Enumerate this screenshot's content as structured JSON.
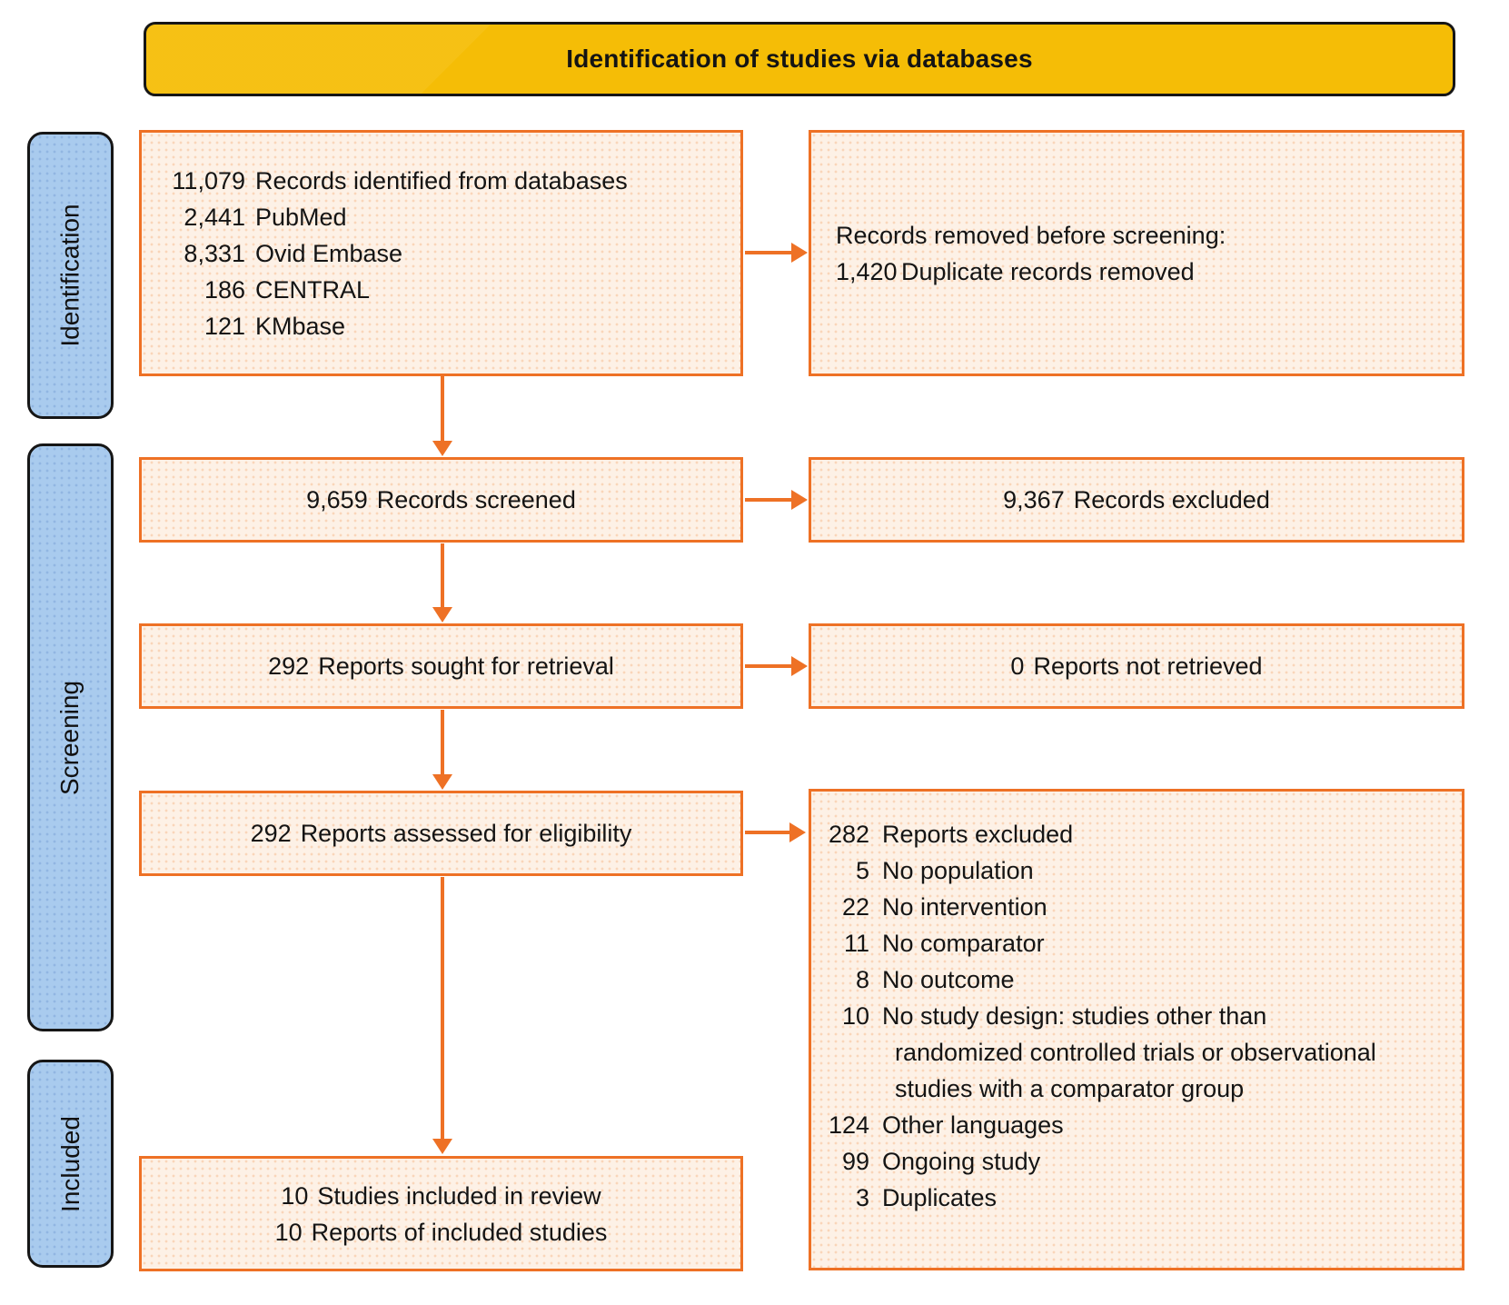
{
  "colors": {
    "banner_yellow": "#F5BD06",
    "stage_blue": "#A9CBEE",
    "box_fill_peach": "#FDF1E6",
    "accent_orange": "#EE7125",
    "border_black": "#161616"
  },
  "header": {
    "title": "Identification of studies via databases"
  },
  "stages": [
    {
      "label": "Identification"
    },
    {
      "label": "Screening"
    },
    {
      "label": "Included"
    }
  ],
  "flow": {
    "records_identified": {
      "title": {
        "num": "11,079",
        "text": "Records identified from databases"
      },
      "sources": [
        {
          "num": "2,441",
          "text": "PubMed"
        },
        {
          "num": "8,331",
          "text": "Ovid Embase"
        },
        {
          "num": "186",
          "text": "CENTRAL"
        },
        {
          "num": "121",
          "text": "KMbase"
        }
      ]
    },
    "records_removed": {
      "title": "Records removed before screening:",
      "items": [
        {
          "num": "1,420",
          "text": "Duplicate records removed"
        }
      ]
    },
    "records_screened": {
      "num": "9,659",
      "text": "Records screened"
    },
    "records_excluded": {
      "num": "9,367",
      "text": "Records excluded"
    },
    "reports_sought": {
      "num": "292",
      "text": "Reports sought for retrieval"
    },
    "reports_not_retrieved": {
      "num": "0",
      "text": "Reports not retrieved"
    },
    "reports_assessed": {
      "num": "292",
      "text": "Reports assessed for eligibility"
    },
    "reports_excluded": {
      "title": {
        "num": "282",
        "text": "Reports excluded"
      },
      "reasons": [
        {
          "num": "5",
          "text": "No population"
        },
        {
          "num": "22",
          "text": "No intervention"
        },
        {
          "num": "11",
          "text": "No comparator"
        },
        {
          "num": "8",
          "text": "No outcome"
        },
        {
          "num": "10",
          "text": "No study design: studies other than\nrandomized controlled trials or observational\nstudies with a comparator group"
        },
        {
          "num": "124",
          "text": "Other languages"
        },
        {
          "num": "99",
          "text": "Ongoing study"
        },
        {
          "num": "3",
          "text": "Duplicates"
        }
      ]
    },
    "included": {
      "lines": [
        {
          "num": "10",
          "text": "Studies included in review"
        },
        {
          "num": "10",
          "text": "Reports of included studies"
        }
      ]
    }
  }
}
